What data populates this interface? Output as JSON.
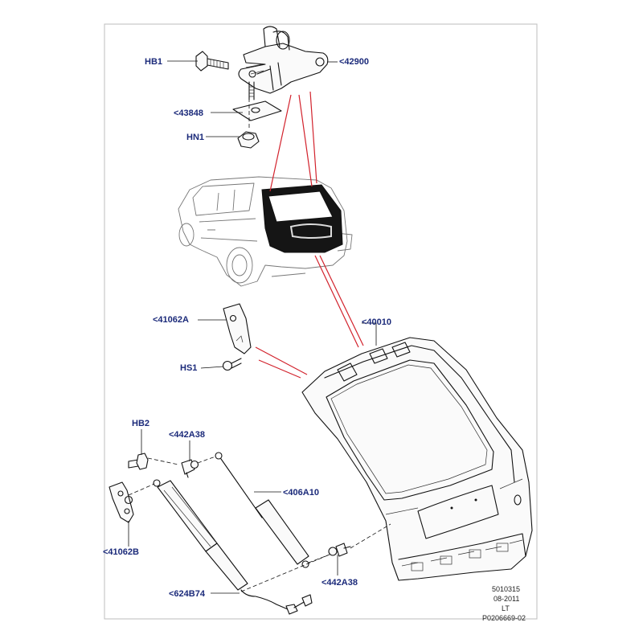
{
  "callouts": {
    "hb1": "HB1",
    "p42900": "<42900",
    "p43848": "<43848",
    "hn1": "HN1",
    "p41062a": "<41062A",
    "hs1": "HS1",
    "p40010": "<40010",
    "hb2": "HB2",
    "p442a38_top": "<442A38",
    "p406a10": "<406A10",
    "p41062b": "<41062B",
    "p442a38_bottom": "<442A38",
    "p624b74": "<624B74"
  },
  "meta": {
    "code": "5010315",
    "date": "08-2011",
    "market": "LT",
    "ref": "P0206669-02"
  },
  "colors": {
    "callout_text": "#1b2a7a",
    "highlight": "#d2222c",
    "frame": "#bdbdbd"
  }
}
